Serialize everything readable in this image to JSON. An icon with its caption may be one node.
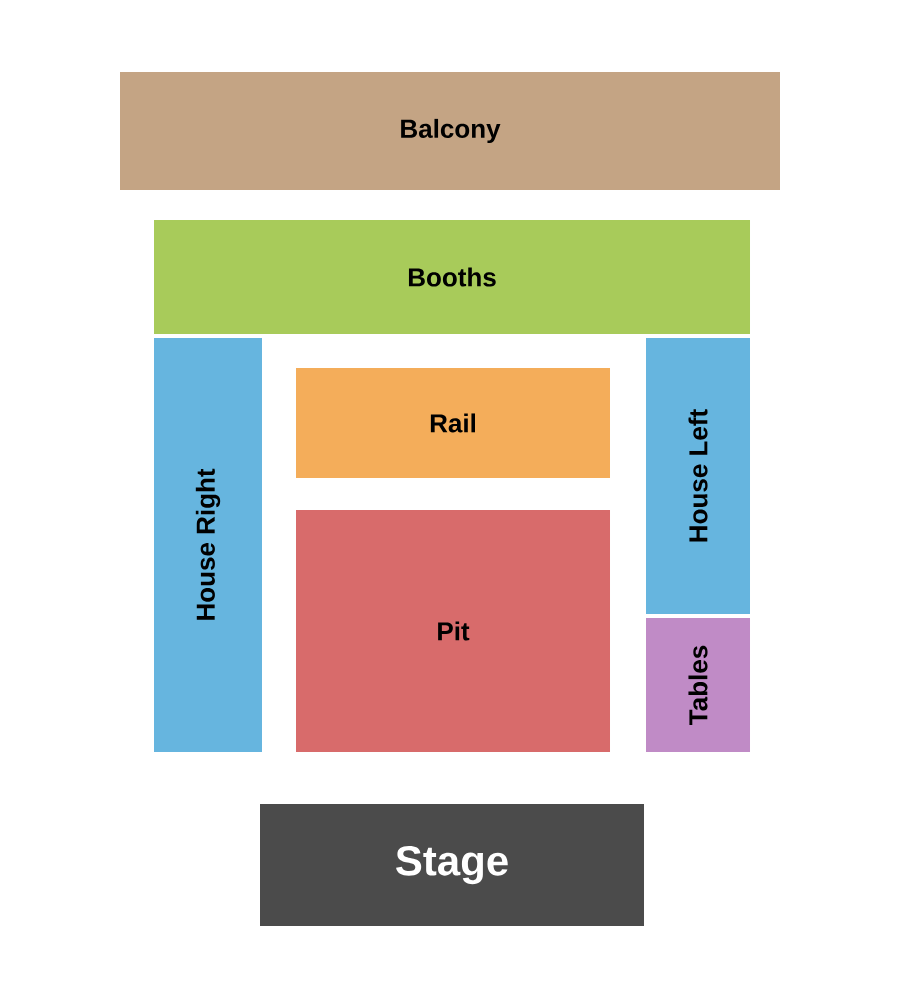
{
  "diagram": {
    "nodes": [
      {
        "text": [
          "Balcony"
        ]
      },
      {
        "text": [
          "Booths"
        ]
      },
      {
        "text": [
          "House Right"
        ]
      },
      {
        "text": [
          "Rail"
        ]
      },
      {
        "text": [
          "House Left"
        ]
      },
      {
        "text": [
          "Pit"
        ]
      },
      {
        "text": [
          "Tables"
        ]
      },
      {
        "text": [
          "Stage"
        ]
      }
    ]
  }
}
